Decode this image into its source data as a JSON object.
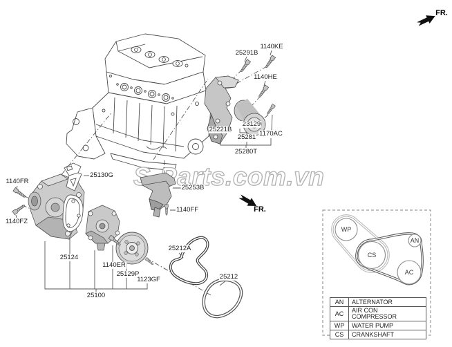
{
  "watermark": {
    "text": "S-Parts.com.vn"
  },
  "direction": {
    "top_right": "FR.",
    "inline": "FR."
  },
  "labels": [
    {
      "id": "25291B",
      "text": "25291B"
    },
    {
      "id": "1140KE",
      "text": "1140KE"
    },
    {
      "id": "1140HE",
      "text": "1140HE"
    },
    {
      "id": "25221B",
      "text": "25221B"
    },
    {
      "id": "23129",
      "text": "23129"
    },
    {
      "id": "25281",
      "text": "25281"
    },
    {
      "id": "1170AC",
      "text": "1170AC"
    },
    {
      "id": "25280T",
      "text": "25280T"
    },
    {
      "id": "25130G",
      "text": "25130G"
    },
    {
      "id": "1140FR",
      "text": "1140FR"
    },
    {
      "id": "1140FZ",
      "text": "1140FZ"
    },
    {
      "id": "25253B",
      "text": "25253B"
    },
    {
      "id": "1140FF",
      "text": "1140FF"
    },
    {
      "id": "25124",
      "text": "25124"
    },
    {
      "id": "1140ER",
      "text": "1140ER"
    },
    {
      "id": "25129P",
      "text": "25129P"
    },
    {
      "id": "1123GF",
      "text": "1123GF"
    },
    {
      "id": "25100",
      "text": "25100"
    },
    {
      "id": "25212A",
      "text": "25212A"
    },
    {
      "id": "25212",
      "text": "25212"
    }
  ],
  "belt_diagram": {
    "wp": "WP",
    "cs": "CS",
    "an": "AN",
    "ac": "AC"
  },
  "legend": {
    "rows": [
      {
        "abbr": "AN",
        "name": "ALTERNATOR"
      },
      {
        "abbr": "AC",
        "name": "AIR CON COMPRESSOR"
      },
      {
        "abbr": "WP",
        "name": "WATER PUMP"
      },
      {
        "abbr": "CS",
        "name": "CRANKSHAFT"
      }
    ]
  },
  "colors": {
    "line": "#4a4a4a",
    "part_fill": "#c9c9c9",
    "watermark_outline": "#b0b0b0",
    "belt_dark": "#4f4f4f",
    "belt_light": "#b8b8b8"
  }
}
